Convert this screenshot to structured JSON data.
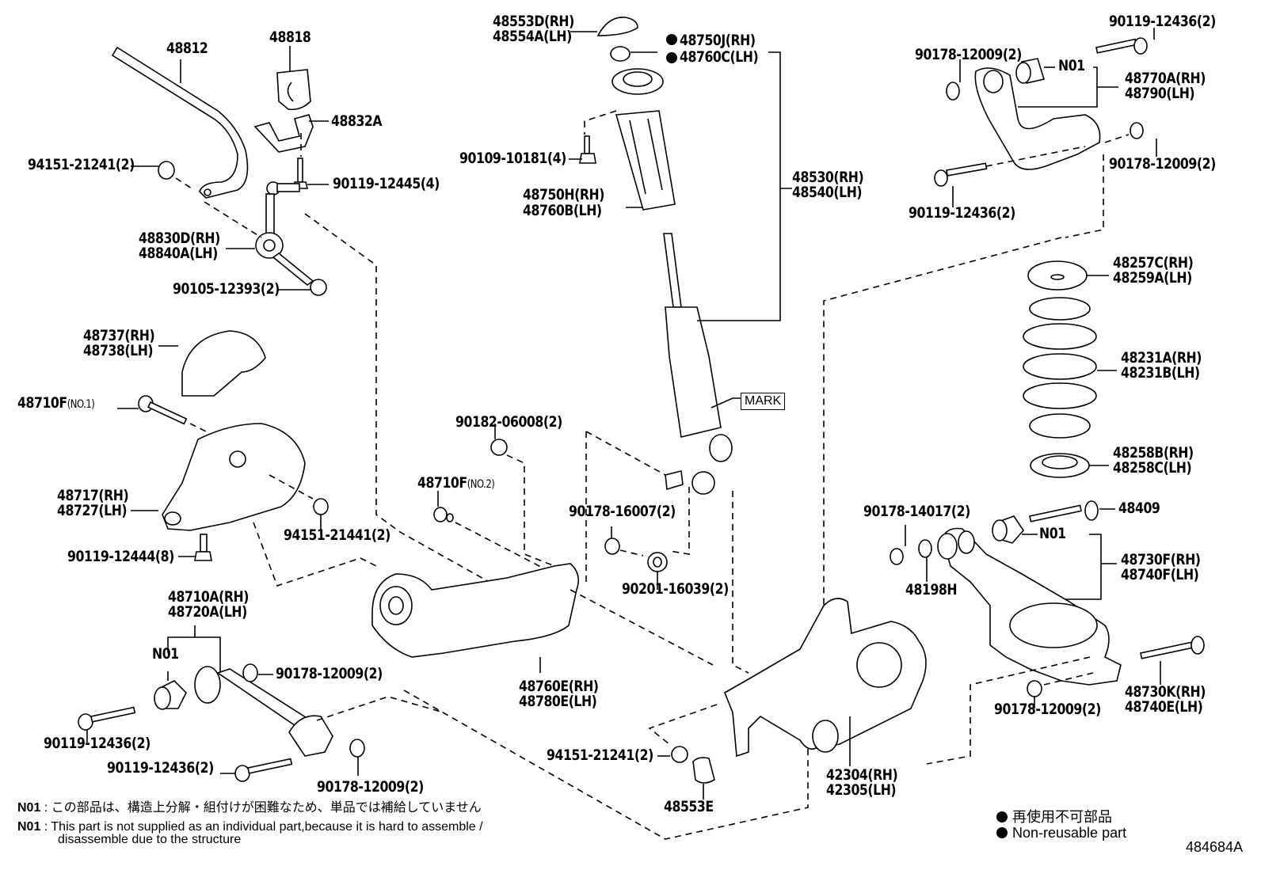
{
  "diagram": {
    "title": "Rear suspension exploded parts diagram",
    "id": "484684A",
    "mark_label": "MARK",
    "labels": {
      "p48812": "48812",
      "p48818": "48818",
      "p48832A": "48832A",
      "p94151_21241_top": "94151-21241(2)",
      "p90119_12445": "90119-12445(4)",
      "p48830D": "48830D(RH)",
      "p48840A": "48840A(LH)",
      "p90105_12393": "90105-12393(2)",
      "p48553D": "48553D(RH)",
      "p48554A": "48554A(LH)",
      "p48750J": "48750J(RH)",
      "p48760C": "48760C(LH)",
      "p90109_10181": "90109-10181(4)",
      "p48750H": "48750H(RH)",
      "p48760B": "48760B(LH)",
      "p48530": "48530(RH)",
      "p48540": "48540(LH)",
      "p90119_12436_tr": "90119-12436(2)",
      "p90178_12009_tl": "90178-12009(2)",
      "n01_upper": "N01",
      "p48770A": "48770A(RH)",
      "p48790": "48790(LH)",
      "p90178_12009_tr": "90178-12009(2)",
      "p90119_12436_ua": "90119-12436(2)",
      "p48257C": "48257C(RH)",
      "p48259A": "48259A(LH)",
      "p48231A": "48231A(RH)",
      "p48231B": "48231B(LH)",
      "p48258B": "48258B(RH)",
      "p48258C": "48258C(LH)",
      "p48737": "48737(RH)",
      "p48738": "48738(LH)",
      "p48710F_no1": "48710F",
      "p48710F_no1_sub": "(NO.1)",
      "p48717": "48717(RH)",
      "p48727": "48727(LH)",
      "p94151_21441": "94151-21441(2)",
      "p90119_12444": "90119-12444(8)",
      "p90182_06008": "90182-06008(2)",
      "p48710F_no2": "48710F",
      "p48710F_no2_sub": "(NO.2)",
      "p90178_16007": "90178-16007(2)",
      "p90201_16039": "90201-16039(2)",
      "p90178_14017": "90178-14017(2)",
      "p48409": "48409",
      "n01_lower": "N01",
      "p48730F": "48730F(RH)",
      "p48740F": "48740F(LH)",
      "p48198H": "48198H",
      "p48730K": "48730K(RH)",
      "p48740E": "48740E(LH)",
      "p90178_12009_lr": "90178-12009(2)",
      "p48710A": "48710A(RH)",
      "p48720A": "48720A(LH)",
      "n01_left": "N01",
      "p90178_12009_ll": "90178-12009(2)",
      "p90119_12436_ll": "90119-12436(2)",
      "p90119_12436_lb": "90119-12436(2)",
      "p90178_12009_lb": "90178-12009(2)",
      "p48760E": "48760E(RH)",
      "p48780E": "48780E(LH)",
      "p94151_21241_bot": "94151-21241(2)",
      "p48553E": "48553E",
      "p42304": "42304(RH)",
      "p42305": "42305(LH)"
    }
  },
  "notes": {
    "n01_key": "N01",
    "ja": "この部品は、構造上分解・組付けが困難なため、単品では補給していません",
    "en_line1": "This part is not supplied as an individual part,because it is hard to assemble /",
    "en_line2": "disassemble due to the structure"
  },
  "legend": {
    "ja": "再使用不可部品",
    "en": "Non-reusable part"
  }
}
